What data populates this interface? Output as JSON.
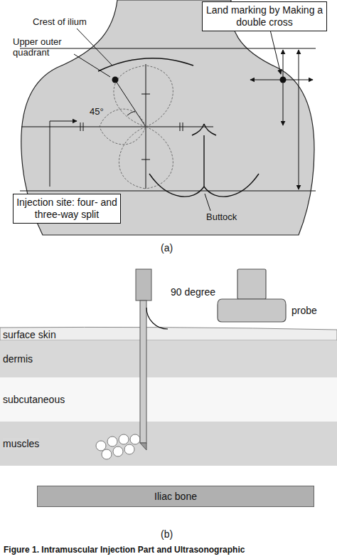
{
  "diagram": {
    "caption": "Figure 1. Intramuscular Injection Part and Ultrasonographic",
    "nodes": [
      {
        "text": [
          "Land marking by Making a double cross"
        ]
      },
      {
        "text": [
          "Injection site: four- and three-way split"
        ]
      },
      {
        "text": [
          "dermis"
        ]
      },
      {
        "text": [
          "subcutaneous"
        ]
      },
      {
        "text": [
          "muscles"
        ]
      },
      {
        "text": [
          "Iliac bone"
        ]
      }
    ],
    "labels": [
      "Crest of ilium",
      "Upper outer quadrant",
      "45°",
      "Buttock",
      "(a)",
      "90 degree",
      "probe",
      "surface skin",
      "(b)"
    ]
  }
}
